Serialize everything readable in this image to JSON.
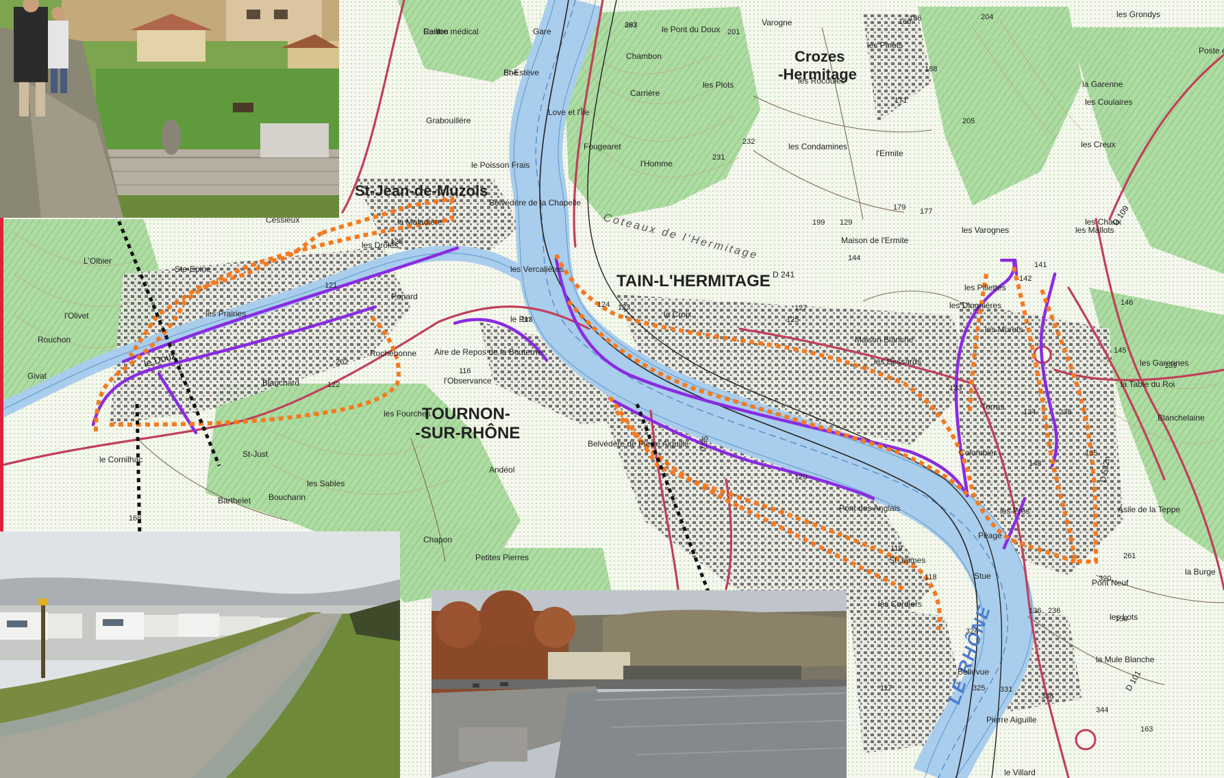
{
  "map": {
    "towns": {
      "st_jean": "St-Jean-de-Muzols",
      "tain": "TAIN-L'HERMITAGE",
      "tournon_1": "TOURNON-",
      "tournon_2": "-SUR-RHÔNE",
      "crozes_1": "Crozes",
      "crozes_2": "-Hermitage"
    },
    "river_label": "LE RHÔNE",
    "hill_label": "Coteaux de l'Hermitage",
    "doux_label": "le Doux",
    "places": [
      "Raillon",
      "St-Estève",
      "Grabouillère",
      "le Poisson Frais",
      "la Maladière",
      "les Drôles",
      "Cessieux",
      "L'Olbier",
      "Ste-Epine",
      "les Prairies",
      "l'Olivet",
      "Rouchon",
      "Givat",
      "Blanchard",
      "Rochebonne",
      "l'Observance",
      "les Fourches",
      "St-Just",
      "le Cornilhac",
      "les Sables",
      "Boucharin",
      "Barthelet",
      "Andéol",
      "Chapon",
      "Petites Pierres",
      "le Pin",
      "Ponard",
      "les Vercalières",
      "le Pont du Doux",
      "Varogne",
      "les Pinets",
      "les Rocoules",
      "les Plots",
      "les Condamines",
      "l'Ermite",
      "Fougearet",
      "l'Homme",
      "les Varognes",
      "Maison de l'Ermite",
      "la Croix",
      "Maison Blanche",
      "les Bessards",
      "les Diognières",
      "les Pillettes",
      "les Murets",
      "Torras",
      "Colombier",
      "les Prés",
      "Asile de la Teppe",
      "Pont Neuf",
      "les Lots",
      "la Mule Blanche",
      "Bellevue",
      "Pont des Anglais",
      "St-Jaimes",
      "les Cordiers",
      "le Villard",
      "les Grondys",
      "la Garenne",
      "les Coulaires",
      "les Creux",
      "les Chaux",
      "les Garennes",
      "Blanchelaine",
      "la Burge",
      "les Mallots",
      "Carrière",
      "Aire de Repos de la Bouterne",
      "Belvédère de Pierre Aiguille",
      "Belvédère de la Chapelle",
      "Stue",
      "Gare",
      "Love et l'Île",
      "Chambon",
      "la Table du Roi",
      "Pierre Aiguille",
      "Péage",
      "Poste électr.",
      "Centre médical",
      "Bne"
    ],
    "spot_heights": [
      "297",
      "201",
      "188",
      "186",
      "204",
      "166",
      "171",
      "232",
      "179",
      "177",
      "199",
      "144",
      "127",
      "125",
      "124",
      "123",
      "122",
      "121",
      "120",
      "119",
      "118",
      "117",
      "116",
      "113",
      "128",
      "129",
      "133",
      "134",
      "135",
      "136",
      "139",
      "141",
      "142",
      "145",
      "146",
      "148",
      "158",
      "163",
      "168",
      "202",
      "205",
      "231",
      "236",
      "238",
      "261",
      "320",
      "324",
      "325",
      "331",
      "338",
      "344",
      "363"
    ],
    "road_labels": [
      "D 241",
      "D 109",
      "D 532n",
      "D 101",
      "0.95"
    ]
  },
  "photos": {
    "garden": "photo-garden",
    "parking": "photo-parking-path",
    "quay": "photo-river-quay"
  },
  "colors": {
    "river": "#a9cdec",
    "river_edge": "#2f6fb5",
    "forest": "#8fcf86",
    "urban": "#6e6e6e",
    "road": "#c0405a",
    "purple_line": "#8a2be2",
    "orange_dotted": "#f47a20",
    "black_dotted": "#111111",
    "paper": "#f6f7ee"
  }
}
